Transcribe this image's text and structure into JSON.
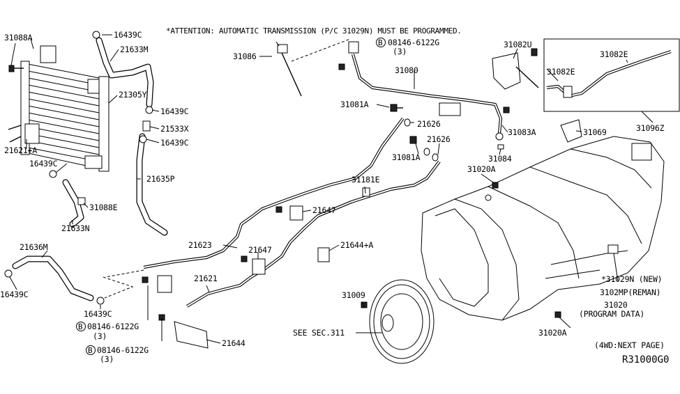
{
  "header": {
    "attention": "*ATTENTION: AUTOMATIC TRANSMISSION (P/C 31029N) MUST BE PROGRAMMED."
  },
  "labels": {
    "p31088A": "31088A",
    "p16439C_top": "16439C",
    "p21633M": "21633M",
    "p21305Y": "21305Y",
    "p16439C_mid": "16439C",
    "p21533X": "21533X",
    "p16439C_mid2": "16439C",
    "p21621A": "21621+A",
    "p16439C_left": "16439C",
    "p21635P": "21635P",
    "p31088E": "31088E",
    "p21633N": "21633N",
    "p21636M": "21636M",
    "p16439C_bl": "16439C",
    "p16439C_b": "16439C",
    "b_code1": "08146-6122G",
    "b_qty1": "(3)",
    "b_code2": "08146-6122G",
    "b_qty2": "(3)",
    "b_code_top": "08146-6122G",
    "b_qty_top": "(3)",
    "p31086": "31086",
    "p31080": "31080",
    "p31082U": "31082U",
    "p31082E_1": "31082E",
    "p31082E_2": "31082E",
    "p31096Z": "31096Z",
    "p31081A_1": "31081A",
    "p21626_1": "21626",
    "p31083A": "31083A",
    "p31069": "31069",
    "p31081A_2": "31081A",
    "p21626_2": "21626",
    "p31084": "31084",
    "p31020A_top": "31020A",
    "p31181E": "31181E",
    "p21647_1": "21647",
    "p21647_2": "21647",
    "p21644A": "21644+A",
    "p21623": "21623",
    "p21621": "21621",
    "p21644": "21644",
    "p31009": "31009",
    "see_sec": "SEE SEC.311",
    "p31029N": "*31029N (NEW)",
    "p3102MP": "3102MP(REMAN)",
    "p31020": "31020",
    "program_data": "(PROGRAM DATA)",
    "p31020A_bot": "31020A",
    "next_page": "(4WD:NEXT PAGE)",
    "diagram_code": "R31000G0",
    "b_marker": "B"
  }
}
